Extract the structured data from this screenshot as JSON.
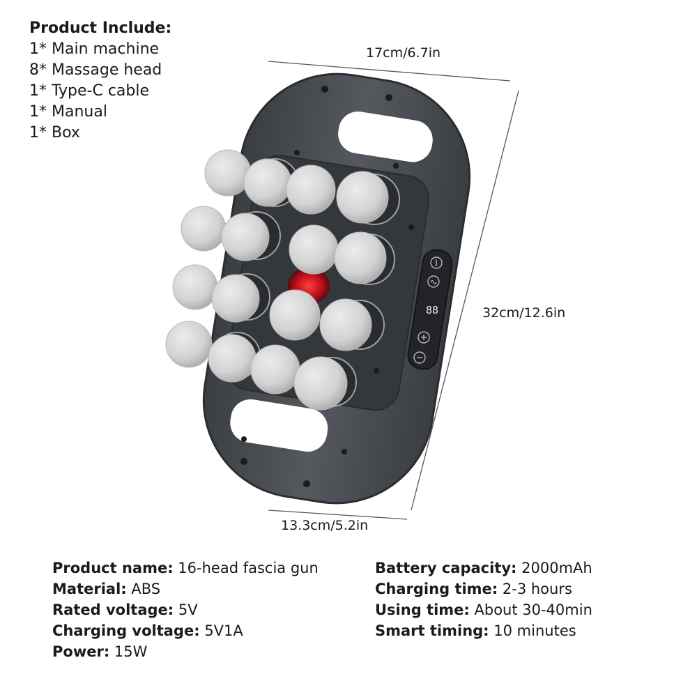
{
  "includes": {
    "heading": "Product Include:",
    "items": [
      "1* Main machine",
      "8* Massage head",
      "1* Type-C cable",
      "1* Manual",
      "1* Box"
    ]
  },
  "dimensions": {
    "top_width": "17cm/6.7in",
    "height": "32cm/12.6in",
    "bottom_width": "13.3cm/5.2in"
  },
  "display_readout": "88",
  "specs_left": [
    {
      "label": "Product name:",
      "value": "16-head fascia gun"
    },
    {
      "label": "Material:",
      "value": "ABS"
    },
    {
      "label": "Rated voltage:",
      "value": "5V"
    },
    {
      "label": "Charging voltage:",
      "value": "5V1A"
    },
    {
      "label": "Power:",
      "value": "15W"
    }
  ],
  "specs_right": [
    {
      "label": "Battery capacity:",
      "value": "2000mAh"
    },
    {
      "label": "Charging time:",
      "value": " 2-3 hours"
    },
    {
      "label": "Using time:",
      "value": "About 30-40min"
    },
    {
      "label": "Smart timing:",
      "value": "10 minutes"
    }
  ],
  "colors": {
    "body": "#4a4d52",
    "frame": "#3c3f44",
    "ball": "#d4d4d4",
    "heat_light": "#e0141c"
  }
}
